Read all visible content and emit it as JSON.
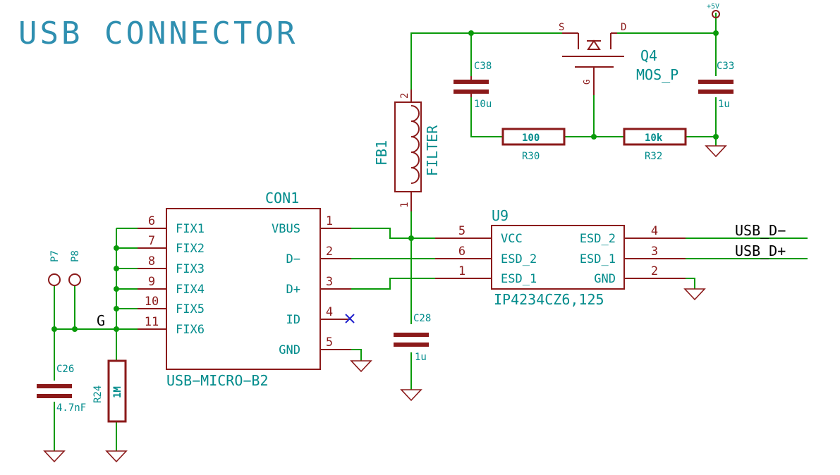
{
  "title": "USB CONNECTOR",
  "net_labels": {
    "g": "G",
    "usb_dm": "USB_D−",
    "usb_dp": "USB_D+",
    "vcc5": "+5V"
  },
  "con1": {
    "ref": "CON1",
    "value": "USB−MICRO−B2",
    "left_pins": [
      {
        "num": "6",
        "name": "FIX1"
      },
      {
        "num": "7",
        "name": "FIX2"
      },
      {
        "num": "8",
        "name": "FIX3"
      },
      {
        "num": "9",
        "name": "FIX4"
      },
      {
        "num": "10",
        "name": "FIX5"
      },
      {
        "num": "11",
        "name": "FIX6"
      }
    ],
    "right_pins": [
      {
        "num": "1",
        "name": "VBUS"
      },
      {
        "num": "2",
        "name": "D−"
      },
      {
        "num": "3",
        "name": "D+"
      },
      {
        "num": "4",
        "name": "ID"
      },
      {
        "num": "5",
        "name": "GND"
      }
    ]
  },
  "u9": {
    "ref": "U9",
    "value": "IP4234CZ6,125",
    "left_pins": [
      {
        "num": "5",
        "name": "VCC"
      },
      {
        "num": "6",
        "name": "ESD_2"
      },
      {
        "num": "1",
        "name": "ESD_1"
      }
    ],
    "right_pins": [
      {
        "num": "4",
        "name": "ESD_2"
      },
      {
        "num": "3",
        "name": "ESD_1"
      },
      {
        "num": "2",
        "name": "GND"
      }
    ]
  },
  "fb1": {
    "ref": "FB1",
    "value": "FILTER",
    "pin_top": "2",
    "pin_bottom": "1"
  },
  "q4": {
    "ref": "Q4",
    "value": "MOS_P",
    "pin_s": "S",
    "pin_d": "D",
    "pin_g": "G"
  },
  "c38": {
    "ref": "C38",
    "value": "10u"
  },
  "c33": {
    "ref": "C33",
    "value": "1u"
  },
  "c28": {
    "ref": "C28",
    "value": "1u"
  },
  "c26": {
    "ref": "C26",
    "value": "4.7nF"
  },
  "r30": {
    "ref": "R30",
    "value": "100"
  },
  "r32": {
    "ref": "R32",
    "value": "10k"
  },
  "r24": {
    "ref": "R24",
    "value": "1M"
  },
  "p7": {
    "ref": "P7"
  },
  "p8": {
    "ref": "P8"
  }
}
